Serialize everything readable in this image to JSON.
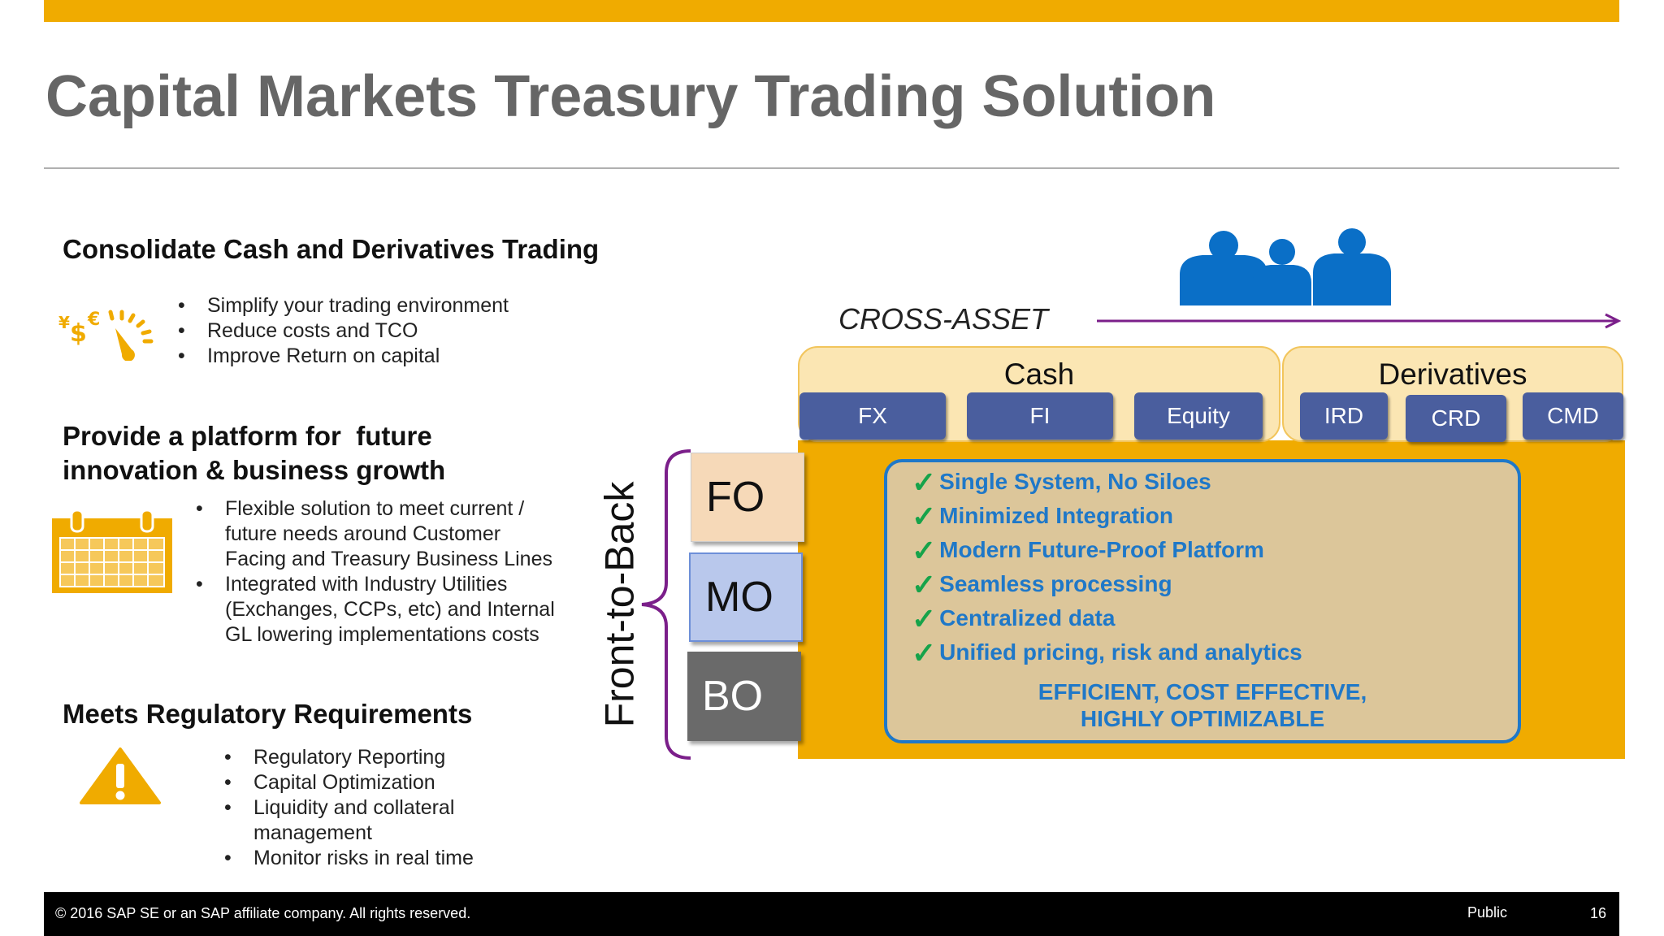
{
  "slide": {
    "title": "Capital Markets Treasury Trading Solution"
  },
  "sections": [
    {
      "heading": "Consolidate Cash and Derivatives Trading",
      "icon": "currency-gauge-icon",
      "bullets": [
        "Simplify your trading environment",
        "Reduce costs and TCO",
        "Improve Return on capital"
      ]
    },
    {
      "heading_line1": "Provide a platform for  future",
      "heading_line2": "innovation & business growth",
      "icon": "calendar-icon",
      "bullets": [
        [
          "Flexible solution to meet current /",
          "future needs around Customer",
          "Facing and Treasury Business Lines"
        ],
        [
          "Integrated with Industry Utilities",
          "(Exchanges, CCPs, etc) and Internal",
          "GL lowering implementations costs"
        ]
      ]
    },
    {
      "heading": "Meets Regulatory Requirements",
      "icon": "warning-icon",
      "bullets": [
        [
          "Regulatory Reporting"
        ],
        [
          "Capital Optimization"
        ],
        [
          "Liquidity and collateral",
          "management"
        ],
        [
          "Monitor risks in real time"
        ]
      ]
    }
  ],
  "diagram": {
    "cross_asset_label": "CROSS-ASSET",
    "front_to_back_label": "Front-to-Back",
    "stages": [
      "FO",
      "MO",
      "BO"
    ],
    "cash": {
      "label": "Cash",
      "assets": [
        "FX",
        "FI",
        "Equity"
      ]
    },
    "derivatives": {
      "label": "Derivatives",
      "assets": [
        "IRD",
        "CRD",
        "CMD"
      ]
    },
    "benefits": [
      "Single System, No Siloes",
      "Minimized Integration",
      "Modern Future-Proof Platform",
      "Seamless processing",
      "Centralized data",
      "Unified pricing, risk and analytics"
    ],
    "summary_line1": "EFFICIENT, COST EFFECTIVE,",
    "summary_line2": "HIGHLY OPTIMIZABLE",
    "colors": {
      "gold": "#F0AB00",
      "blue": "#1F78C8",
      "asset_blue": "#4A5E9E",
      "purple": "#7B1F8A",
      "check_green": "#16A34A"
    }
  },
  "footer": {
    "copyright": "© 2016 SAP SE or an SAP affiliate company. All rights reserved.",
    "classification": "Public",
    "page_number": "16"
  }
}
